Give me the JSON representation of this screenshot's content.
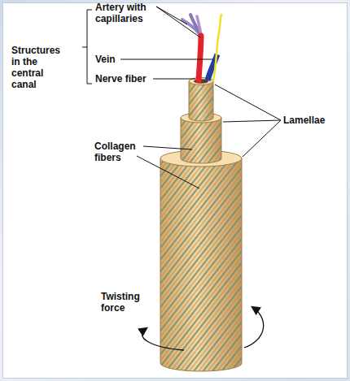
{
  "diagram": {
    "labels": [
      "Structures in the central canal",
      "Artery with capillaries",
      "Vein",
      "Nerve fiber",
      "Lamellae",
      "Collagen fibers",
      "Twisting force"
    ]
  }
}
